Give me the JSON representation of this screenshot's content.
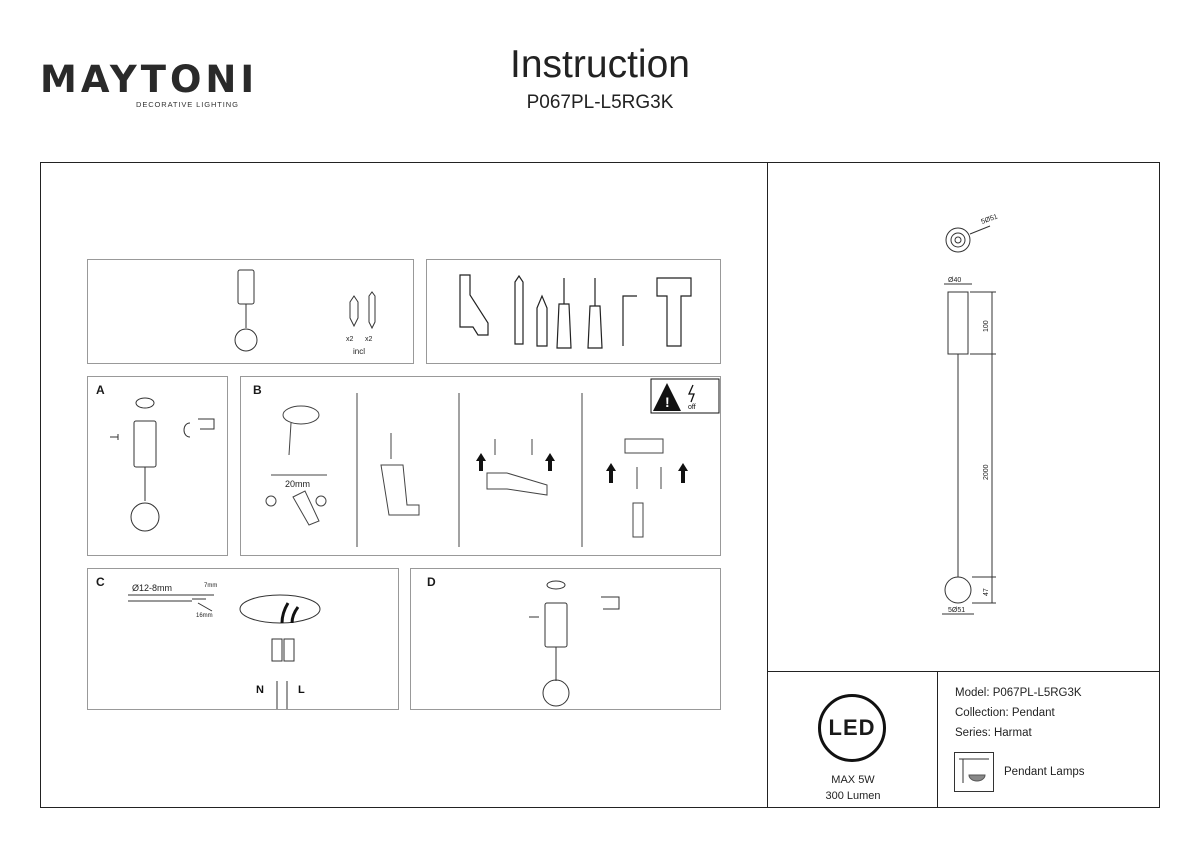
{
  "brand": {
    "name": "MAYTONI",
    "tagline": "DECORATIVE LIGHTING"
  },
  "header": {
    "title": "Instruction",
    "model_code": "P067PL-L5RG3K"
  },
  "contents_panel": {
    "qty_left": "x2",
    "qty_right": "x2",
    "included": "incl"
  },
  "steps": {
    "a": "A",
    "b": "B",
    "c": "C",
    "d": "D"
  },
  "step_b": {
    "wire_gap": "20mm",
    "power": "off"
  },
  "step_c": {
    "cable_diameter": "Ø12-8mm",
    "strip_short": "7mm",
    "strip_long": "16mm",
    "neutral": "N",
    "live": "L"
  },
  "drawing": {
    "canopy_dia": "5Ø51",
    "body_dia": "Ø40",
    "body_height": "100",
    "cable_length": "2000",
    "shade_height": "47",
    "shade_dia": "5Ø51"
  },
  "led": {
    "badge": "LED",
    "power": "MAX 5W",
    "flux": "300 Lumen"
  },
  "specs": {
    "model": "Model: P067PL-L5RG3K",
    "collection": "Collection: Pendant",
    "series": "Series: Harmat",
    "category": "Pendant Lamps"
  }
}
